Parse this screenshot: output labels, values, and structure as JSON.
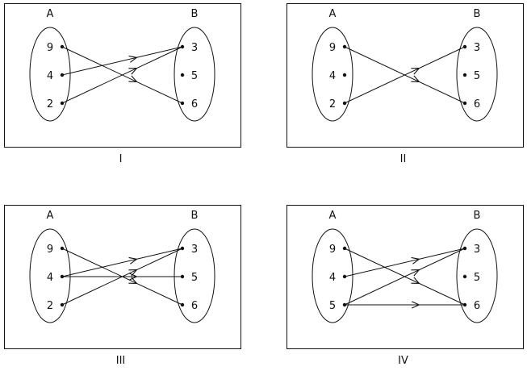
{
  "colors": {
    "stroke": "#111111",
    "background": "#ffffff"
  },
  "diagrams": [
    {
      "caption": "I",
      "set_a": {
        "label": "A",
        "elements": [
          "9",
          "4",
          "2"
        ]
      },
      "set_b": {
        "label": "B",
        "elements": [
          "3",
          "5",
          "6"
        ]
      },
      "mappings": [
        {
          "from": "9",
          "to": "6"
        },
        {
          "from": "4",
          "to": "3"
        },
        {
          "from": "2",
          "to": "3"
        }
      ]
    },
    {
      "caption": "II",
      "set_a": {
        "label": "A",
        "elements": [
          "9",
          "4",
          "2"
        ]
      },
      "set_b": {
        "label": "B",
        "elements": [
          "3",
          "5",
          "6"
        ]
      },
      "mappings": [
        {
          "from": "9",
          "to": "6"
        },
        {
          "from": "2",
          "to": "3"
        }
      ]
    },
    {
      "caption": "III",
      "set_a": {
        "label": "A",
        "elements": [
          "9",
          "4",
          "2"
        ]
      },
      "set_b": {
        "label": "B",
        "elements": [
          "3",
          "5",
          "6"
        ]
      },
      "mappings": [
        {
          "from": "9",
          "to": "6"
        },
        {
          "from": "4",
          "to": "3"
        },
        {
          "from": "4",
          "to": "5"
        },
        {
          "from": "2",
          "to": "3"
        }
      ]
    },
    {
      "caption": "IV",
      "set_a": {
        "label": "A",
        "elements": [
          "9",
          "4",
          "5"
        ]
      },
      "set_b": {
        "label": "B",
        "elements": [
          "3",
          "5",
          "6"
        ]
      },
      "mappings": [
        {
          "from": "9",
          "to": "6"
        },
        {
          "from": "4",
          "to": "3"
        },
        {
          "from": "5",
          "to": "3"
        },
        {
          "from": "5",
          "to": "6"
        }
      ]
    }
  ]
}
